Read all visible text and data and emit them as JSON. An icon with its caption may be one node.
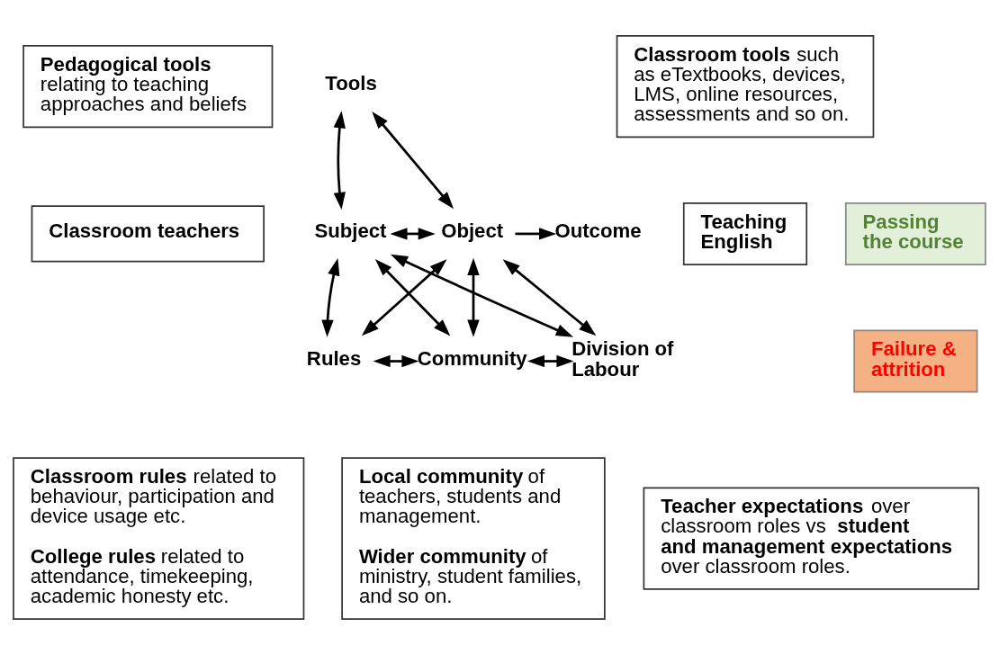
{
  "diagram": {
    "nodes": [
      {
        "text": [
          "**Pedagogical tools** relating to teaching approaches and beliefs"
        ]
      },
      {
        "text": [
          "Tools"
        ]
      },
      {
        "text": [
          "**Classroom tools** such as eTextbooks, devices, LMS, online resources, assessments and so on."
        ]
      },
      {
        "text": [
          "Teaching English"
        ]
      },
      {
        "text": [
          "Passing the course"
        ]
      },
      {
        "text": [
          "Classroom teachers"
        ]
      },
      {
        "text": [
          "Subject"
        ]
      },
      {
        "text": [
          "Object"
        ]
      },
      {
        "text": [
          "Outcome"
        ]
      },
      {
        "text": [
          "Failure & attrition"
        ]
      },
      {
        "text": [
          "Rules"
        ]
      },
      {
        "text": [
          "Community"
        ]
      },
      {
        "text": [
          "Division of Labour"
        ]
      },
      {
        "text": [
          "**Classroom rules** related to behaviour, participation and device usage etc.",
          "**College rules** related to attendance, timekeeping, academic honesty etc."
        ]
      },
      {
        "text": [
          "**Local community** of teachers, students and management.",
          "**Wider community** of ministry, student families, and so on."
        ]
      },
      {
        "text": [
          "**Teacher expectations** over classroom roles vs **student and management expectations** over classroom roles."
        ]
      }
    ],
    "edges": [
      {
        "from": 1,
        "to": 6,
        "arrow": "both"
      },
      {
        "from": 1,
        "to": 7,
        "arrow": "both"
      },
      {
        "from": 6,
        "to": 7,
        "arrow": "both"
      },
      {
        "from": 7,
        "to": 8,
        "arrow": "to"
      },
      {
        "from": 6,
        "to": 10,
        "arrow": "both"
      },
      {
        "from": 6,
        "to": 11,
        "arrow": "both"
      },
      {
        "from": 6,
        "to": 12,
        "arrow": "both"
      },
      {
        "from": 7,
        "to": 10,
        "arrow": "both"
      },
      {
        "from": 7,
        "to": 11,
        "arrow": "both"
      },
      {
        "from": 7,
        "to": 12,
        "arrow": "both"
      },
      {
        "from": 10,
        "to": 11,
        "arrow": "both"
      },
      {
        "from": 11,
        "to": 12,
        "arrow": "both"
      }
    ]
  }
}
